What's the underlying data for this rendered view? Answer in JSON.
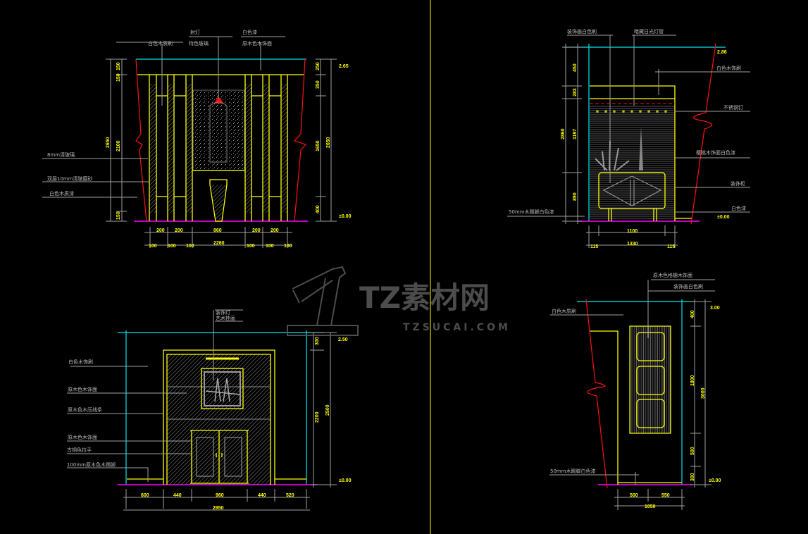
{
  "colors": {
    "background": "#000000",
    "outline": "#ffff00",
    "ceiling": "#00e5ee",
    "floor": "#ff00ff",
    "curtain": "#ff1010",
    "leader": "#a0a0a0"
  },
  "watermark": {
    "title": "TZ素材网",
    "url": "TZSUCAI.COM"
  },
  "elevation_a": {
    "labels": {
      "top1": "白色木质刷",
      "top2": "射灯",
      "top3": "特色玻璃",
      "top4": "白色漆",
      "top5": "原木色木饰面",
      "left1": "8mm清玻璃",
      "left2": "双层10mm清玻磨砂",
      "left3": "白色木质漆"
    },
    "levels": {
      "top": "2.65",
      "floor": "±0.00"
    },
    "dims_left": [
      "150",
      "150",
      "2100",
      "150"
    ],
    "dims_left_total": "2650",
    "dims_right": [
      "250",
      "350",
      "1650",
      "400"
    ],
    "dims_right_total": "2650",
    "dims_bottom": [
      "200",
      "200",
      "860",
      "200",
      "200"
    ],
    "dims_bottom_sub": [
      "100",
      "100",
      "100",
      "100",
      "100",
      "100"
    ],
    "dims_bottom_total": "2260"
  },
  "elevation_b": {
    "labels": {
      "top1": "装饰画白色刷",
      "top2": "暗藏日光灯管",
      "right1": "白色木饰刷",
      "right2": "不锈钢钉",
      "right3": "樱桃木饰面白色漆",
      "right4": "装饰柜",
      "right5": "白色漆",
      "left1": "50mm木踢脚白色漆"
    },
    "levels": {
      "top": "2.86",
      "floor": "±0.00"
    },
    "dims_left": [
      "450",
      "283",
      "1197",
      "890"
    ],
    "dims_left_total": "2860",
    "dims_bottom": "1100",
    "dims_bottom_total": "1330",
    "dims_bottom_side": [
      "115",
      "115"
    ]
  },
  "elevation_c": {
    "labels": {
      "top1": "装饰灯",
      "top2": "艺术挂画",
      "left1": "白色木饰刷",
      "left2": "原木色木饰面",
      "left3": "原木色木压线条",
      "left4": "原木色木饰面",
      "left5": "古铜色拉手",
      "left6": "100mm原木色木踢脚"
    },
    "levels": {
      "top": "2.50",
      "floor": "±0.00"
    },
    "dims_right": [
      "300",
      "2200"
    ],
    "dims_right_total": "2500",
    "dims_bottom": [
      "600",
      "440",
      "960",
      "440",
      "520"
    ],
    "dims_bottom_total": "2950"
  },
  "elevation_d": {
    "labels": {
      "top1": "原木色格栅木饰面",
      "top2": "装饰画白色刷",
      "left1": "白色木质刷",
      "left2": "50mm木踢脚白色漆"
    },
    "levels": {
      "top": "3.00",
      "floor": "±0.00"
    },
    "dims_right": [
      "400",
      "1800",
      "500",
      "300"
    ],
    "dims_right_total": "3000",
    "dims_bottom": [
      "500",
      "550"
    ],
    "dims_bottom_total": "1050"
  }
}
